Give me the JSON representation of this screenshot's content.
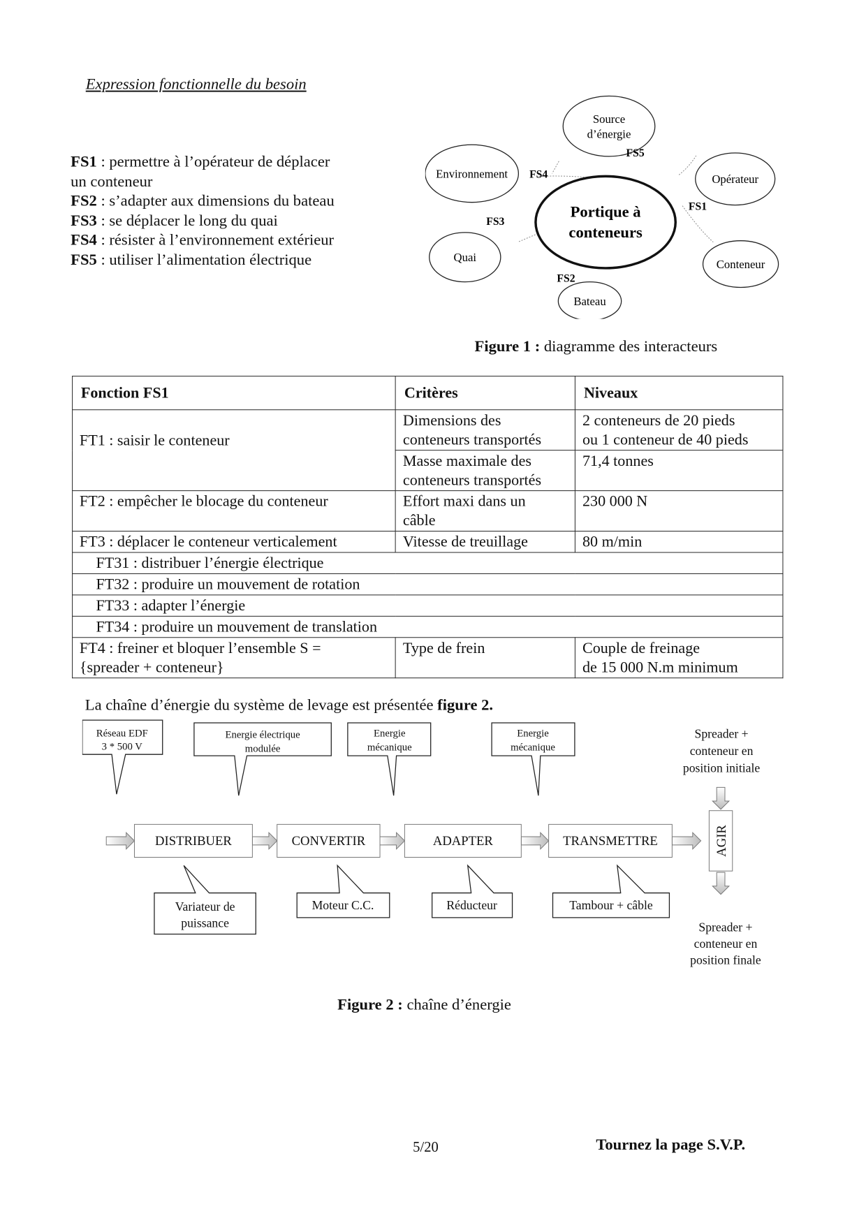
{
  "heading": "Expression fonctionnelle du besoin",
  "fs_list": [
    {
      "code": "FS1",
      "text": " : permettre à l’opérateur de déplacer"
    },
    {
      "code": "",
      "text": "un conteneur"
    },
    {
      "code": "FS2",
      "text": " : s’adapter aux dimensions du bateau"
    },
    {
      "code": "FS3",
      "text": " : se déplacer le long du quai"
    },
    {
      "code": "FS4",
      "text": " : résister à l’environnement extérieur"
    },
    {
      "code": "FS5",
      "text": " : utiliser l’alimentation électrique"
    }
  ],
  "interactor_diagram": {
    "center": [
      "Portique à",
      "conteneurs"
    ],
    "nodes": {
      "source": [
        "Source",
        "d’énergie"
      ],
      "environnement": "Environnement",
      "operateur": "Opérateur",
      "quai": "Quai",
      "conteneur": "Conteneur",
      "bateau": "Bateau"
    },
    "functions": {
      "fs1": "FS1",
      "fs2": "FS2",
      "fs3": "FS3",
      "fs4": "FS4",
      "fs5": "FS5"
    },
    "caption_bold": "Figure 1 :",
    "caption_text": " diagramme des interacteurs"
  },
  "table": {
    "headers": [
      "Fonction FS1",
      "Critères",
      "Niveaux"
    ],
    "ft1": "FT1 : saisir le conteneur",
    "ft1_c1": [
      "Dimensions des",
      "conteneurs transportés"
    ],
    "ft1_n1": [
      "2 conteneurs de 20 pieds",
      "ou 1 conteneur de 40 pieds"
    ],
    "ft1_c2": [
      "Masse maximale des",
      "conteneurs transportés"
    ],
    "ft1_n2": "71,4 tonnes",
    "ft2": "FT2 : empêcher le blocage du conteneur",
    "ft2_c": [
      "Effort maxi dans un",
      "câble"
    ],
    "ft2_n": "230 000 N",
    "ft3": "FT3 : déplacer le conteneur verticalement",
    "ft3_c": "Vitesse de treuillage",
    "ft3_n": "80 m/min",
    "ft31": "FT31 : distribuer l’énergie électrique",
    "ft32": "FT32 : produire un mouvement de rotation",
    "ft33": "FT33 : adapter l’énergie",
    "ft34": "FT34 : produire un mouvement de translation",
    "ft4": [
      "FT4 : freiner et bloquer l’ensemble S =",
      "{spreader + conteneur}"
    ],
    "ft4_c": "Type de frein",
    "ft4_n": [
      "Couple de freinage",
      "de 15 000 N.m minimum"
    ]
  },
  "chain_intro": {
    "text": "La chaîne d’énergie du système de levage est présentée ",
    "bold": "figure 2."
  },
  "energy_chain": {
    "source": [
      "Réseau EDF",
      "3 * 500 V"
    ],
    "flows": [
      [
        "Energie électrique",
        "modulée"
      ],
      [
        "Energie",
        "mécanique"
      ],
      [
        "Energie",
        "mécanique"
      ]
    ],
    "functions": [
      "DISTRIBUER",
      "CONVERTIR",
      "ADAPTER",
      "TRANSMETTRE",
      "AGIR"
    ],
    "components": [
      [
        "Variateur de",
        "puissance"
      ],
      "Moteur C.C.",
      "Réducteur",
      "Tambour + câble"
    ],
    "initial": [
      "Spreader +",
      "conteneur en",
      "position initiale"
    ],
    "final": [
      "Spreader +",
      "conteneur en",
      "position finale"
    ],
    "caption_bold": "Figure 2 :",
    "caption_text": " chaîne d’énergie"
  },
  "footer": {
    "page": "5/20",
    "turn": "Tournez la page S.V.P."
  }
}
